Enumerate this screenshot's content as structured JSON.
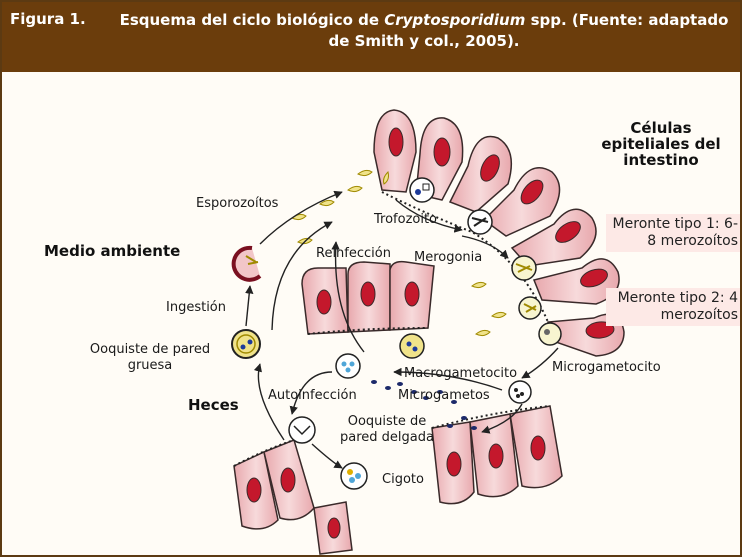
{
  "header": {
    "figure_label": "Figura 1.",
    "caption_pre": "Esquema del ciclo biológico de ",
    "caption_italic": "Cryptosporidium",
    "caption_post": " spp. (Fuente: adaptado de Smith y col., 2005)."
  },
  "labels": {
    "epithelial_title": "Células epiteliales del intestino",
    "environment": "Medio ambiente",
    "feces": "Heces",
    "sporozoites": "Esporozoítos",
    "trophozoite": "Trofozoito",
    "reinfection": "Reinfección",
    "merogony": "Merogonia",
    "meront1": "Meronte tipo 1: 6-8 merozoítos",
    "meront2": "Meronte tipo 2: 4 merozoítos",
    "ingestion": "Ingestión",
    "thick_oocyst": "Ooquiste de pared gruesa",
    "microgametocyte": "Microgametocito",
    "macrogametocyte": "Macrogametocito",
    "microgametes": "Microgametos",
    "autoinfection": "Autoinfección",
    "thin_oocyst": "Ooquiste de pared delgada",
    "zygote": "Cigoto"
  },
  "colors": {
    "header_bg": "#6b3d0c",
    "cell_fill": "#f2c6c8",
    "cell_stroke": "#3a2a2a",
    "nucleus": "#c4182c",
    "oocyst_yellow": "#f0e38a",
    "meront_box": "#fde9e6"
  }
}
